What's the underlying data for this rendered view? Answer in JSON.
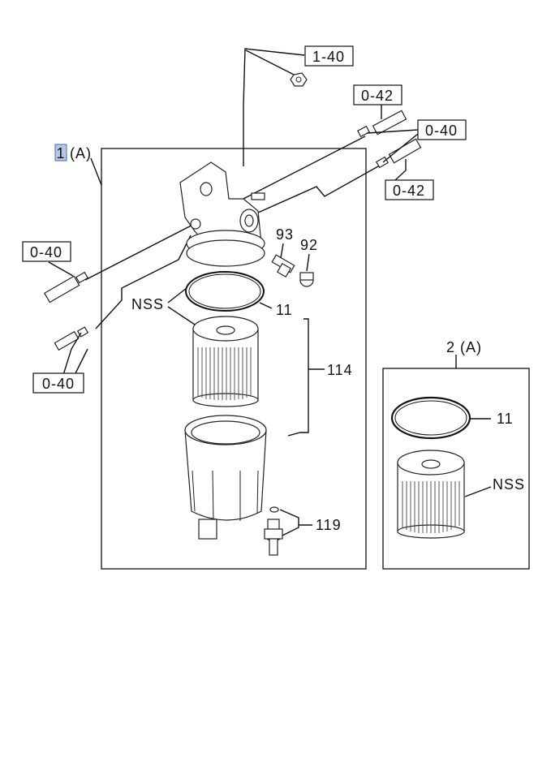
{
  "callouts": {
    "assembly_main_num": "1",
    "assembly_main_suffix": "(A)",
    "assembly_kit": "2 (A)",
    "ref_1_40": "1-40",
    "ref_0_42_top": "0-42",
    "ref_0_40_right": "0-40",
    "ref_0_42_right": "0-42",
    "ref_0_40_left_top": "0-40",
    "ref_0_40_left_bottom": "0-40",
    "part_93": "93",
    "part_92": "92",
    "part_nss_main": "NSS",
    "part_11_main": "11",
    "part_114": "114",
    "part_119": "119",
    "part_11_kit": "11",
    "part_nss_kit": "NSS"
  },
  "colors": {
    "highlight": "#b7c8e6",
    "line": "#111111"
  }
}
